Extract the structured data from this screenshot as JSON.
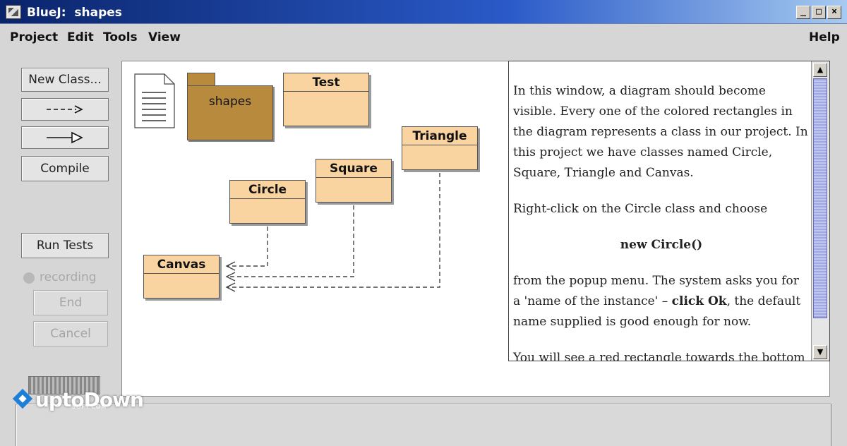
{
  "window": {
    "title": "BlueJ:  shapes",
    "controls": [
      "_",
      "□",
      "×"
    ]
  },
  "menu": {
    "items": [
      "Project",
      "Edit",
      "Tools",
      "View"
    ],
    "help": "Help"
  },
  "toolbar": {
    "new_class": "New Class...",
    "dependency_arrow": "--->",
    "inheritance_arrow": "——▷",
    "compile": "Compile",
    "run_tests": "Run Tests",
    "recording": "recording",
    "end": "End",
    "cancel": "Cancel"
  },
  "diagram": {
    "package_folder": "shapes",
    "classes": [
      "Test",
      "Triangle",
      "Square",
      "Circle",
      "Canvas"
    ]
  },
  "textpane": {
    "p1": "In this window, a diagram should become visible. Every one of the colored rectangles in the diagram represents a class in our project. In this project we have classes named Circle, Square, Triangle and Canvas.",
    "p2": "Right-click on the Circle class and choose",
    "p3": "new Circle()",
    "p4a": "from the popup menu.  The system asks you for a 'name of the instance' – ",
    "p4b": "click Ok",
    "p4c": ", the default name supplied is good enough for now.",
    "p5": "You will see a red rectangle towards the bottom"
  },
  "logo": {
    "text": "uptoDown",
    "sub": "SOFT.COM"
  }
}
